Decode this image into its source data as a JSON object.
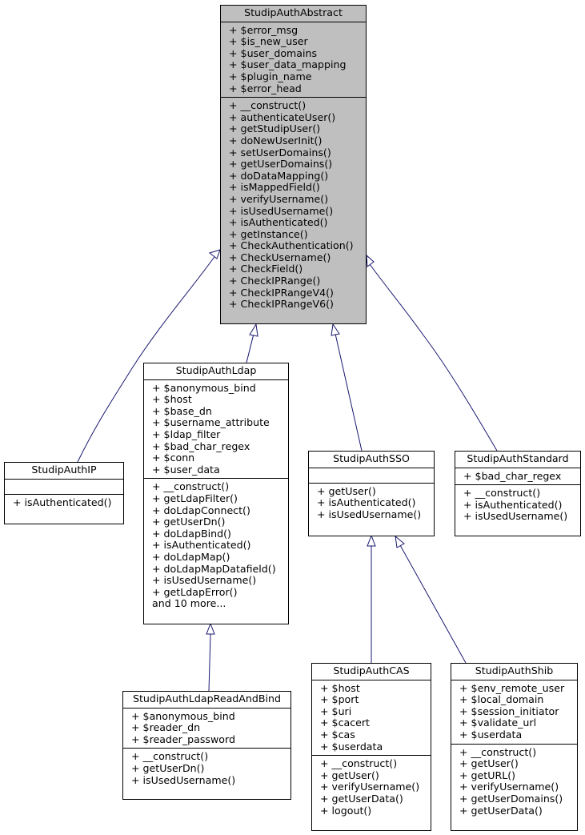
{
  "classes": {
    "abstract": {
      "name": "StudipAuthAbstract",
      "attributes": [
        "+ $error_msg",
        "+ $is_new_user",
        "+ $user_domains",
        "+ $user_data_mapping",
        "+ $plugin_name",
        "+ $error_head"
      ],
      "methods": [
        "+ __construct()",
        "+ authenticateUser()",
        "+ getStudipUser()",
        "+ doNewUserInit()",
        "+ setUserDomains()",
        "+ getUserDomains()",
        "+ doDataMapping()",
        "+ isMappedField()",
        "+ verifyUsername()",
        "+ isUsedUsername()",
        "+ isAuthenticated()",
        "+ getInstance()",
        "+ CheckAuthentication()",
        "+ CheckUsername()",
        "+ CheckField()",
        "+ CheckIPRange()",
        "+ CheckIPRangeV4()",
        "+ CheckIPRangeV6()"
      ]
    },
    "ip": {
      "name": "StudipAuthIP",
      "attributes": [],
      "methods": [
        "+ isAuthenticated()"
      ]
    },
    "ldap": {
      "name": "StudipAuthLdap",
      "attributes": [
        "+ $anonymous_bind",
        "+ $host",
        "+ $base_dn",
        "+ $username_attribute",
        "+ $ldap_filter",
        "+ $bad_char_regex",
        "+ $conn",
        "+ $user_data"
      ],
      "methods": [
        "+ __construct()",
        "+ getLdapFilter()",
        "+ doLdapConnect()",
        "+ getUserDn()",
        "+ doLdapBind()",
        "+ isAuthenticated()",
        "+ doLdapMap()",
        "+ doLdapMapDatafield()",
        "+ isUsedUsername()",
        "+ getLdapError()",
        "and 10 more..."
      ]
    },
    "sso": {
      "name": "StudipAuthSSO",
      "attributes": [],
      "methods": [
        "+ getUser()",
        "+ isAuthenticated()",
        "+ isUsedUsername()"
      ]
    },
    "standard": {
      "name": "StudipAuthStandard",
      "attributes": [
        "+ $bad_char_regex"
      ],
      "methods": [
        "+ __construct()",
        "+ isAuthenticated()",
        "+ isUsedUsername()"
      ]
    },
    "ldaprb": {
      "name": "StudipAuthLdapReadAndBind",
      "attributes": [
        "+ $anonymous_bind",
        "+ $reader_dn",
        "+ $reader_password"
      ],
      "methods": [
        "+ __construct()",
        "+ getUserDn()",
        "+ isUsedUsername()"
      ]
    },
    "cas": {
      "name": "StudipAuthCAS",
      "attributes": [
        "+ $host",
        "+ $port",
        "+ $uri",
        "+ $cacert",
        "+ $cas",
        "+ $userdata"
      ],
      "methods": [
        "+ __construct()",
        "+ getUser()",
        "+ verifyUsername()",
        "+ getUserData()",
        "+ logout()"
      ]
    },
    "shib": {
      "name": "StudipAuthShib",
      "attributes": [
        "+ $env_remote_user",
        "+ $local_domain",
        "+ $session_initiator",
        "+ $validate_url",
        "+ $userdata"
      ],
      "methods": [
        "+ __construct()",
        "+ getUser()",
        "+ getURL()",
        "+ verifyUsername()",
        "+ getUserDomains()",
        "+ getUserData()"
      ]
    }
  },
  "colors": {
    "edge": "#191970",
    "base_fill": "#bfbfbf",
    "node_fill": "#ffffff"
  }
}
